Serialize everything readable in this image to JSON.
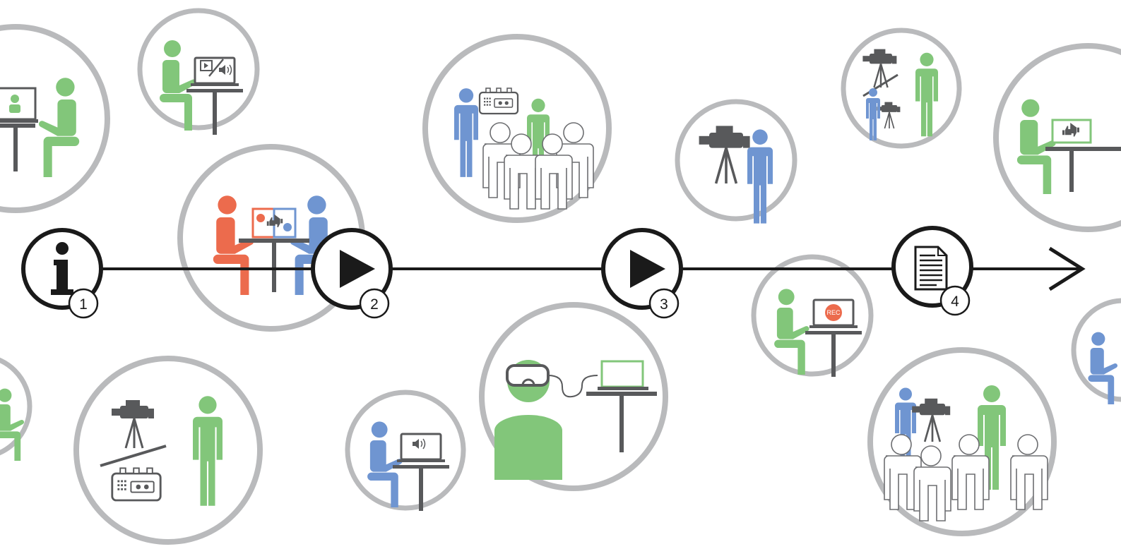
{
  "colors": {
    "ring": "#b9babc",
    "line": "#1a1a1a",
    "green": "#82c67a",
    "blue": "#6f95d1",
    "orange": "#ec6b4d",
    "device": "#58595b",
    "crowd_stroke": "#6d6e71"
  },
  "timeline": {
    "steps": [
      {
        "number": "1",
        "icon": "info-icon"
      },
      {
        "number": "2",
        "icon": "play-icon"
      },
      {
        "number": "3",
        "icon": "play-icon"
      },
      {
        "number": "4",
        "icon": "document-icon"
      }
    ]
  },
  "scenes": [
    {
      "name": "scene-green-viewer-laptop"
    },
    {
      "name": "scene-green-laptop-video-audio"
    },
    {
      "name": "scene-rating-pair"
    },
    {
      "name": "scene-blue-presenter-crowd"
    },
    {
      "name": "scene-blue-camera-operator"
    },
    {
      "name": "scene-camera-or-recorder-green"
    },
    {
      "name": "scene-green-laptop-thumbs"
    },
    {
      "name": "scene-green-partial-left"
    },
    {
      "name": "scene-camera-recorder-green"
    },
    {
      "name": "scene-blue-laptop-audio"
    },
    {
      "name": "scene-green-vr-headset"
    },
    {
      "name": "scene-green-laptop-rec"
    },
    {
      "name": "scene-blue-partial-right"
    },
    {
      "name": "scene-camera-crowd-green"
    }
  ],
  "labels": {
    "rec": "REC"
  }
}
